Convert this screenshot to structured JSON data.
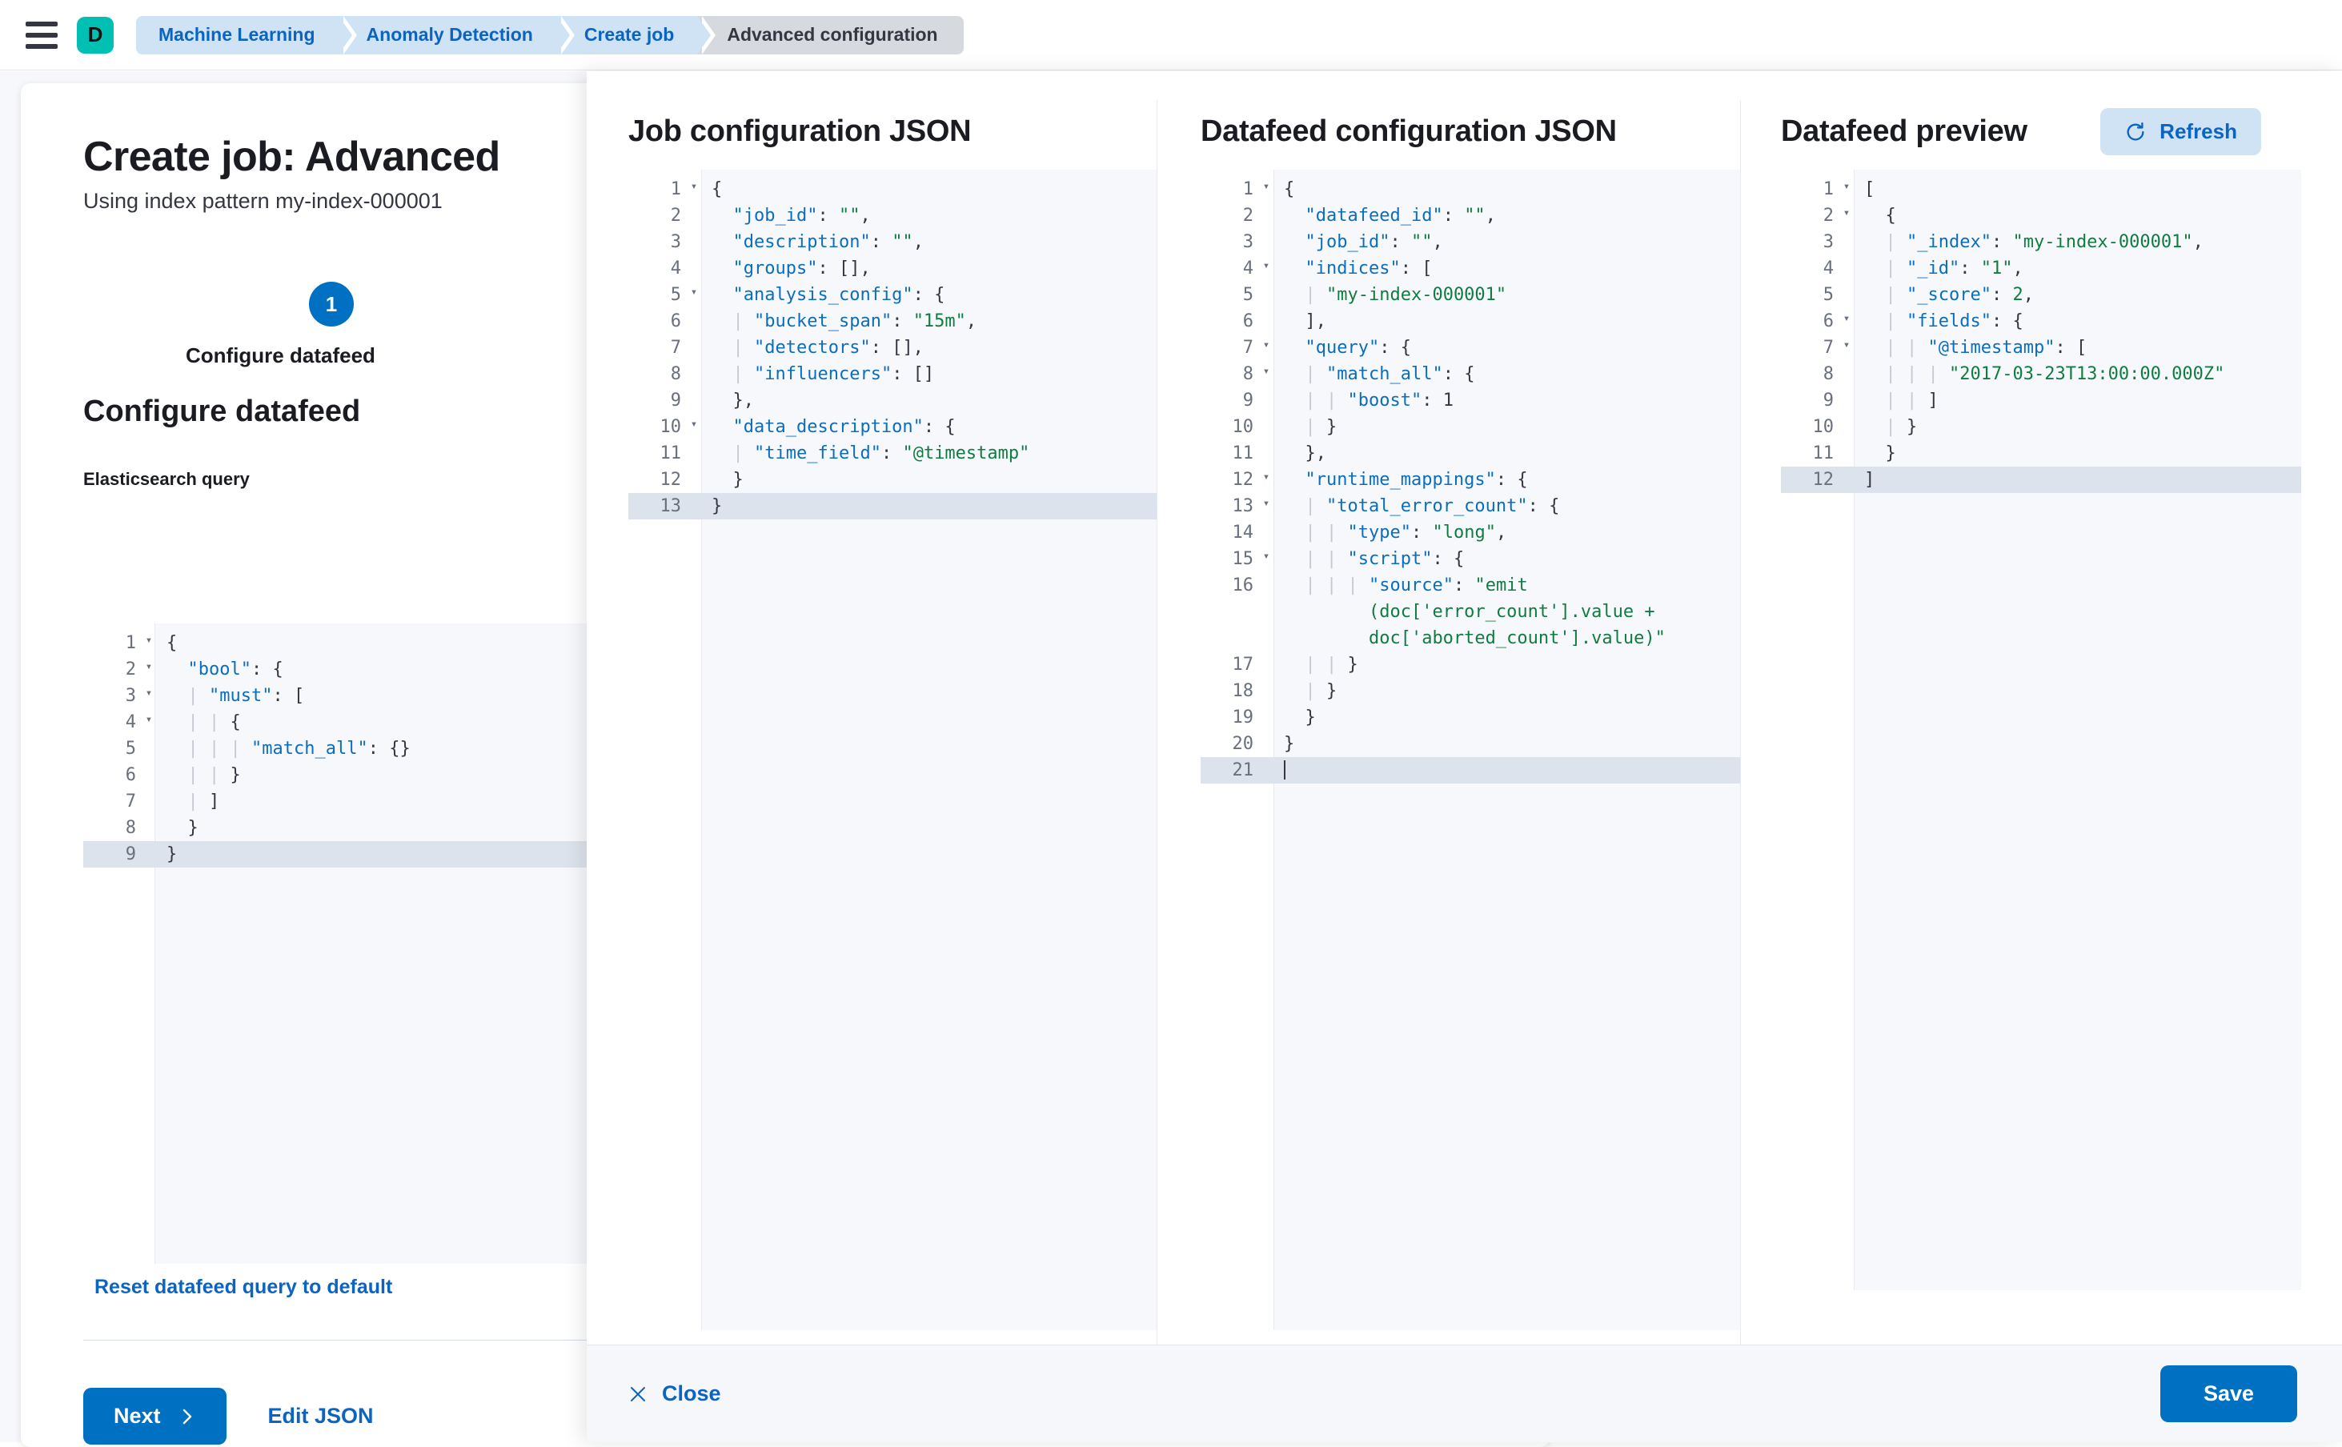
{
  "chrome": {
    "menu_icon": "hamburger-menu-icon",
    "space_avatar": "D",
    "breadcrumbs": [
      {
        "label": "Machine Learning",
        "active": false
      },
      {
        "label": "Anomaly Detection",
        "active": false
      },
      {
        "label": "Create job",
        "active": false
      },
      {
        "label": "Advanced configuration",
        "active": true
      }
    ]
  },
  "wizard": {
    "title": "Create job: Advanced",
    "subtitle": "Using index pattern my-index-000001",
    "step_number": "1",
    "step_label": "Configure datafeed",
    "section_title": "Configure datafeed",
    "query_label": "Elasticsearch query",
    "reset_link": "Reset datafeed query to default",
    "next_label": "Next",
    "next_icon": "chevron-right-icon",
    "edit_json_label": "Edit JSON",
    "es_query_editor": {
      "active_line": 9,
      "lines": [
        {
          "n": "1",
          "fold": true,
          "html": "<span class=\"p\">{</span>"
        },
        {
          "n": "2",
          "fold": true,
          "html": "  <span class=\"k\">\"bool\"</span><span class=\"p\">: {</span>"
        },
        {
          "n": "3",
          "fold": true,
          "html": "  <span class=\"ind\">|</span> <span class=\"k\">\"must\"</span><span class=\"p\">: [</span>"
        },
        {
          "n": "4",
          "fold": true,
          "html": "  <span class=\"ind\">|</span> <span class=\"ind\">|</span> <span class=\"p\">{</span>"
        },
        {
          "n": "5",
          "fold": false,
          "html": "  <span class=\"ind\">|</span> <span class=\"ind\">|</span> <span class=\"ind\">|</span> <span class=\"k\">\"match_all\"</span><span class=\"p\">: {}</span>"
        },
        {
          "n": "6",
          "fold": false,
          "html": "  <span class=\"ind\">|</span> <span class=\"ind\">|</span> <span class=\"p\">}</span>"
        },
        {
          "n": "7",
          "fold": false,
          "html": "  <span class=\"ind\">|</span> <span class=\"p\">]</span>"
        },
        {
          "n": "8",
          "fold": false,
          "html": "  <span class=\"p\">}</span>"
        },
        {
          "n": "9",
          "fold": false,
          "html": "<span class=\"p\">}</span>"
        }
      ]
    }
  },
  "flyout": {
    "job_config": {
      "title": "Job configuration JSON",
      "active_line": 13,
      "lines": [
        {
          "n": "1",
          "fold": true,
          "html": "<span class=\"p\">{</span>"
        },
        {
          "n": "2",
          "fold": false,
          "html": "  <span class=\"k\">\"job_id\"</span><span class=\"p\">: </span><span class=\"s\">\"\"</span><span class=\"p\">,</span>"
        },
        {
          "n": "3",
          "fold": false,
          "html": "  <span class=\"k\">\"description\"</span><span class=\"p\">: </span><span class=\"s\">\"\"</span><span class=\"p\">,</span>"
        },
        {
          "n": "4",
          "fold": false,
          "html": "  <span class=\"k\">\"groups\"</span><span class=\"p\">: [],</span>"
        },
        {
          "n": "5",
          "fold": true,
          "html": "  <span class=\"k\">\"analysis_config\"</span><span class=\"p\">: {</span>"
        },
        {
          "n": "6",
          "fold": false,
          "html": "  <span class=\"ind\">|</span> <span class=\"k\">\"bucket_span\"</span><span class=\"p\">: </span><span class=\"s\">\"15m\"</span><span class=\"p\">,</span>"
        },
        {
          "n": "7",
          "fold": false,
          "html": "  <span class=\"ind\">|</span> <span class=\"k\">\"detectors\"</span><span class=\"p\">: [],</span>"
        },
        {
          "n": "8",
          "fold": false,
          "html": "  <span class=\"ind\">|</span> <span class=\"k\">\"influencers\"</span><span class=\"p\">: []</span>"
        },
        {
          "n": "9",
          "fold": false,
          "html": "  <span class=\"p\">},</span>"
        },
        {
          "n": "10",
          "fold": true,
          "html": "  <span class=\"k\">\"data_description\"</span><span class=\"p\">: {</span>"
        },
        {
          "n": "11",
          "fold": false,
          "html": "  <span class=\"ind\">|</span> <span class=\"k\">\"time_field\"</span><span class=\"p\">: </span><span class=\"s\">\"@timestamp\"</span>"
        },
        {
          "n": "12",
          "fold": false,
          "html": "  <span class=\"p\">}</span>"
        },
        {
          "n": "13",
          "fold": false,
          "html": "<span class=\"p\">}</span>"
        }
      ]
    },
    "datafeed_config": {
      "title": "Datafeed configuration JSON",
      "active_line": 21,
      "lines": [
        {
          "n": "1",
          "fold": true,
          "html": "<span class=\"p\">{</span>"
        },
        {
          "n": "2",
          "fold": false,
          "html": "  <span class=\"k\">\"datafeed_id\"</span><span class=\"p\">: </span><span class=\"s\">\"\"</span><span class=\"p\">,</span>"
        },
        {
          "n": "3",
          "fold": false,
          "html": "  <span class=\"k\">\"job_id\"</span><span class=\"p\">: </span><span class=\"s\">\"\"</span><span class=\"p\">,</span>"
        },
        {
          "n": "4",
          "fold": true,
          "html": "  <span class=\"k\">\"indices\"</span><span class=\"p\">: [</span>"
        },
        {
          "n": "5",
          "fold": false,
          "html": "  <span class=\"ind\">|</span> <span class=\"s\">\"my-index-000001\"</span>"
        },
        {
          "n": "6",
          "fold": false,
          "html": "  <span class=\"p\">],</span>"
        },
        {
          "n": "7",
          "fold": true,
          "html": "  <span class=\"k\">\"query\"</span><span class=\"p\">: {</span>"
        },
        {
          "n": "8",
          "fold": true,
          "html": "  <span class=\"ind\">|</span> <span class=\"k\">\"match_all\"</span><span class=\"p\">: {</span>"
        },
        {
          "n": "9",
          "fold": false,
          "html": "  <span class=\"ind\">|</span> <span class=\"ind\">|</span> <span class=\"k\">\"boost\"</span><span class=\"p\">: 1</span>"
        },
        {
          "n": "10",
          "fold": false,
          "html": "  <span class=\"ind\">|</span> <span class=\"p\">}</span>"
        },
        {
          "n": "11",
          "fold": false,
          "html": "  <span class=\"p\">},</span>"
        },
        {
          "n": "12",
          "fold": true,
          "html": "  <span class=\"k\">\"runtime_mappings\"</span><span class=\"p\">: {</span>"
        },
        {
          "n": "13",
          "fold": true,
          "html": "  <span class=\"ind\">|</span> <span class=\"k\">\"total_error_count\"</span><span class=\"p\">: {</span>"
        },
        {
          "n": "14",
          "fold": false,
          "html": "  <span class=\"ind\">|</span> <span class=\"ind\">|</span> <span class=\"k\">\"type\"</span><span class=\"p\">: </span><span class=\"s\">\"long\"</span><span class=\"p\">,</span>"
        },
        {
          "n": "15",
          "fold": true,
          "html": "  <span class=\"ind\">|</span> <span class=\"ind\">|</span> <span class=\"k\">\"script\"</span><span class=\"p\">: {</span>"
        },
        {
          "n": "16",
          "fold": false,
          "wrap": true,
          "html": "  <span class=\"ind\">|</span> <span class=\"ind\">|</span> <span class=\"ind\">|</span> <span class=\"k\">\"source\"</span><span class=\"p\">: </span><span class=\"s\">\"emit</span>\n        <span class=\"s\">(doc['error_count'].value +</span>\n        <span class=\"s\">doc['aborted_count'].value)\"</span>"
        },
        {
          "n": "17",
          "fold": false,
          "html": "  <span class=\"ind\">|</span> <span class=\"ind\">|</span> <span class=\"p\">}</span>"
        },
        {
          "n": "18",
          "fold": false,
          "html": "  <span class=\"ind\">|</span> <span class=\"p\">}</span>"
        },
        {
          "n": "19",
          "fold": false,
          "html": "  <span class=\"p\">}</span>"
        },
        {
          "n": "20",
          "fold": false,
          "html": "<span class=\"p\">}</span>"
        },
        {
          "n": "21",
          "fold": false,
          "html": "<span class=\"caret\"></span>"
        }
      ]
    },
    "preview": {
      "title": "Datafeed preview",
      "refresh_label": "Refresh",
      "refresh_icon": "refresh-icon",
      "active_line": 12,
      "lines": [
        {
          "n": "1",
          "fold": true,
          "html": "<span class=\"p\">[</span>"
        },
        {
          "n": "2",
          "fold": true,
          "html": "  <span class=\"p\">{</span>"
        },
        {
          "n": "3",
          "fold": false,
          "html": "  <span class=\"ind\">|</span> <span class=\"k\">\"_index\"</span><span class=\"p\">: </span><span class=\"s\">\"my-index-000001\"</span><span class=\"p\">,</span>"
        },
        {
          "n": "4",
          "fold": false,
          "html": "  <span class=\"ind\">|</span> <span class=\"k\">\"_id\"</span><span class=\"p\">: </span><span class=\"s\">\"1\"</span><span class=\"p\">,</span>"
        },
        {
          "n": "5",
          "fold": false,
          "html": "  <span class=\"ind\">|</span> <span class=\"k\">\"_score\"</span><span class=\"p\">: </span><span class=\"s\">2</span><span class=\"p\">,</span>"
        },
        {
          "n": "6",
          "fold": true,
          "html": "  <span class=\"ind\">|</span> <span class=\"k\">\"fields\"</span><span class=\"p\">: {</span>"
        },
        {
          "n": "7",
          "fold": true,
          "html": "  <span class=\"ind\">|</span> <span class=\"ind\">|</span> <span class=\"k\">\"@timestamp\"</span><span class=\"p\">: [</span>"
        },
        {
          "n": "8",
          "fold": false,
          "html": "  <span class=\"ind\">|</span> <span class=\"ind\">|</span> <span class=\"ind\">|</span> <span class=\"s\">\"2017-03-23T13:00:00.000Z\"</span>"
        },
        {
          "n": "9",
          "fold": false,
          "html": "  <span class=\"ind\">|</span> <span class=\"ind\">|</span> <span class=\"p\">]</span>"
        },
        {
          "n": "10",
          "fold": false,
          "html": "  <span class=\"ind\">|</span> <span class=\"p\">}</span>"
        },
        {
          "n": "11",
          "fold": false,
          "html": "  <span class=\"p\">}</span>"
        },
        {
          "n": "12",
          "fold": false,
          "html": "<span class=\"p\">]</span>"
        }
      ]
    },
    "footer": {
      "close_label": "Close",
      "close_icon": "close-x-icon",
      "save_label": "Save"
    }
  },
  "colors": {
    "primary": "#0071c2",
    "link": "#0b64c2",
    "breadcrumb_bg": "#cfe3f5",
    "breadcrumb_active_bg": "#d6d9de",
    "space_avatar_bg": "#00bfb3",
    "editor_bg": "#f7f8fc",
    "active_line_bg": "#dde3ec",
    "json_key": "#0a6ebd",
    "json_string": "#107c41"
  }
}
